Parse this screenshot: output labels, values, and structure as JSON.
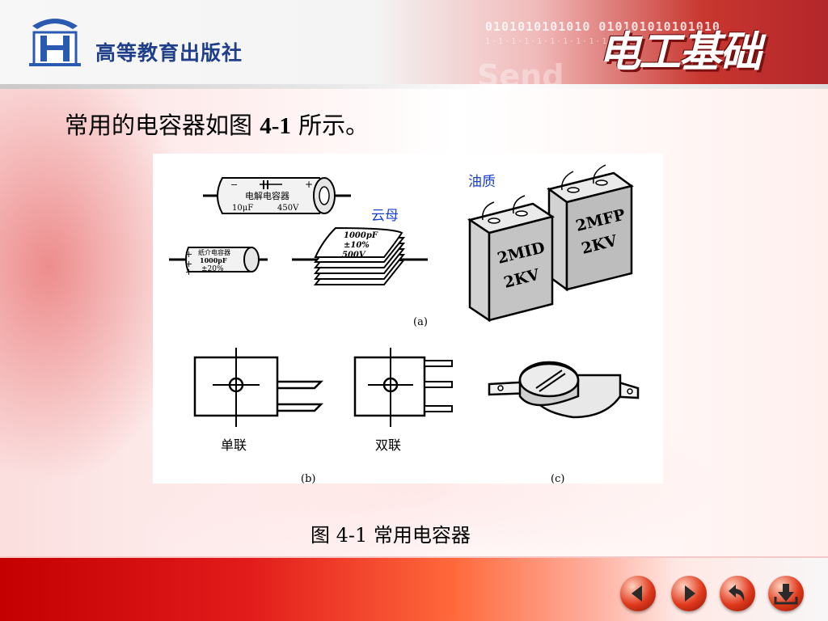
{
  "header": {
    "publisher": "高等教育出版社",
    "brand": "电工基础",
    "binary_text": "0101010101010 010101010101010",
    "binary_text_small": "1·1·1·1·1·1·1·1·1·1·1·1",
    "faint_word": "Send"
  },
  "slide": {
    "heading_prefix": "常用的电容器如图 ",
    "heading_num": "4-1",
    "heading_suffix": " 所示。",
    "caption": "图  4-1    常用电容器"
  },
  "figure": {
    "electrolytic": {
      "label": "电解电容器",
      "spec_cap": "10μF",
      "spec_volt": "450V",
      "minus": "−",
      "plus": "+"
    },
    "paper": {
      "label": "纸介电容器",
      "spec_cap": "1000pF",
      "spec_tol": "±20%",
      "plus": "+"
    },
    "mica": {
      "title": "云母",
      "line1": "1000pF",
      "line2": "±10%",
      "line3": "500V"
    },
    "oil": {
      "title": "油质",
      "can1_line1": "2MID",
      "can1_line2": "2KV",
      "can2_line1": "2MFP",
      "can2_line2": "2KV"
    },
    "label_a": "(a)",
    "label_b": "(b)",
    "label_c": "(c)",
    "single": "单联",
    "double": "双联"
  },
  "nav": {
    "prev_icon": "prev-arrow-icon",
    "next_icon": "next-arrow-icon",
    "return_icon": "return-arrow-icon",
    "exit_icon": "exit-arrow-icon"
  },
  "colors": {
    "title_blue": "#1f3f8a",
    "label_blue": "#1a3fd0",
    "nav_red": "#e0391c"
  }
}
